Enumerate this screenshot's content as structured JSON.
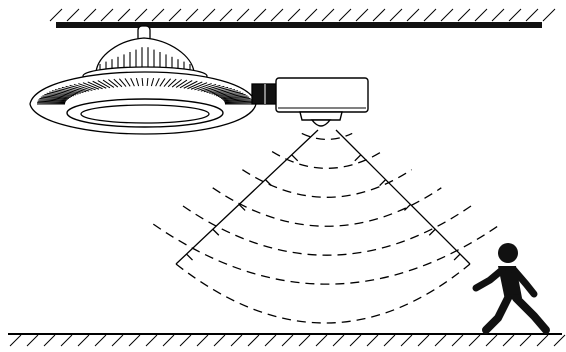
{
  "diagram": {
    "subject": "ufo-high-bay-light-with-microwave-motion-sensor",
    "elements": [
      "ceiling",
      "high-bay-lamp",
      "sensor-box",
      "sensor-lens",
      "detection-zone",
      "walking-person",
      "floor"
    ],
    "colors": {
      "ink": "#000000",
      "background": "#ffffff",
      "fill": "#ffffff",
      "dark": "#111111"
    },
    "detection_arcs": 6,
    "boundary_ticks_per_side": 5
  }
}
